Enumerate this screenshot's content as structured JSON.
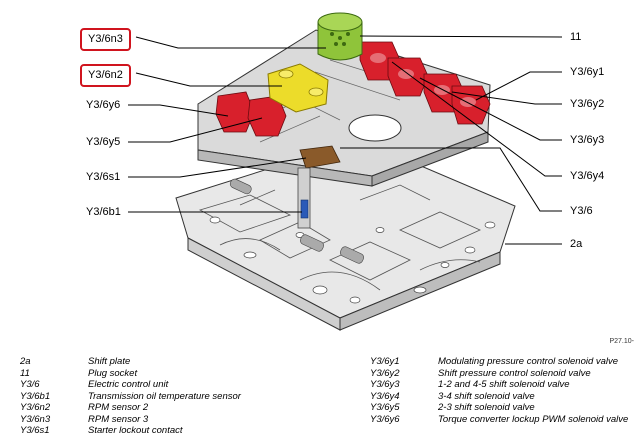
{
  "callouts": {
    "y3_6n3": "Y3/6n3",
    "y3_6n2": "Y3/6n2",
    "y3_6y6": "Y3/6y6",
    "y3_6y5": "Y3/6y5",
    "y3_6s1": "Y3/6s1",
    "y3_6b1": "Y3/6b1",
    "c11": "11",
    "y3_6y1": "Y3/6y1",
    "y3_6y2": "Y3/6y2",
    "y3_6y3": "Y3/6y3",
    "y3_6y4": "Y3/6y4",
    "y3_6": "Y3/6",
    "c2a": "2a"
  },
  "reference": "P27.10-",
  "legend_left": [
    {
      "code": "2a",
      "desc": "Shift plate"
    },
    {
      "code": "11",
      "desc": "Plug socket"
    },
    {
      "code": "Y3/6",
      "desc": "Electric control unit"
    },
    {
      "code": "Y3/6b1",
      "desc": "Transmission oil temperature sensor"
    },
    {
      "code": "Y3/6n2",
      "desc": "RPM sensor 2"
    },
    {
      "code": "Y3/6n3",
      "desc": "RPM sensor 3"
    },
    {
      "code": "Y3/6s1",
      "desc": "Starter lockout contact"
    }
  ],
  "legend_right": [
    {
      "code": "Y3/6y1",
      "desc": "Modulating pressure control solenoid valve"
    },
    {
      "code": "Y3/6y2",
      "desc": "Shift pressure control solenoid valve"
    },
    {
      "code": "Y3/6y3",
      "desc": "1-2 and 4-5 shift solenoid valve"
    },
    {
      "code": "Y3/6y4",
      "desc": "3-4 shift solenoid valve"
    },
    {
      "code": "Y3/6y5",
      "desc": "2-3 shift solenoid valve"
    },
    {
      "code": "Y3/6y6",
      "desc": "Torque converter lockup PWM solenoid valve"
    }
  ],
  "colors": {
    "highlight_box": "#d0141e",
    "solenoid_red": "#d8202c",
    "plug_green": "#8fc43a",
    "sensor_yellow": "#ecdc2a",
    "contact_brown": "#8a5a2a",
    "sensor_blue": "#2a5ab8"
  }
}
